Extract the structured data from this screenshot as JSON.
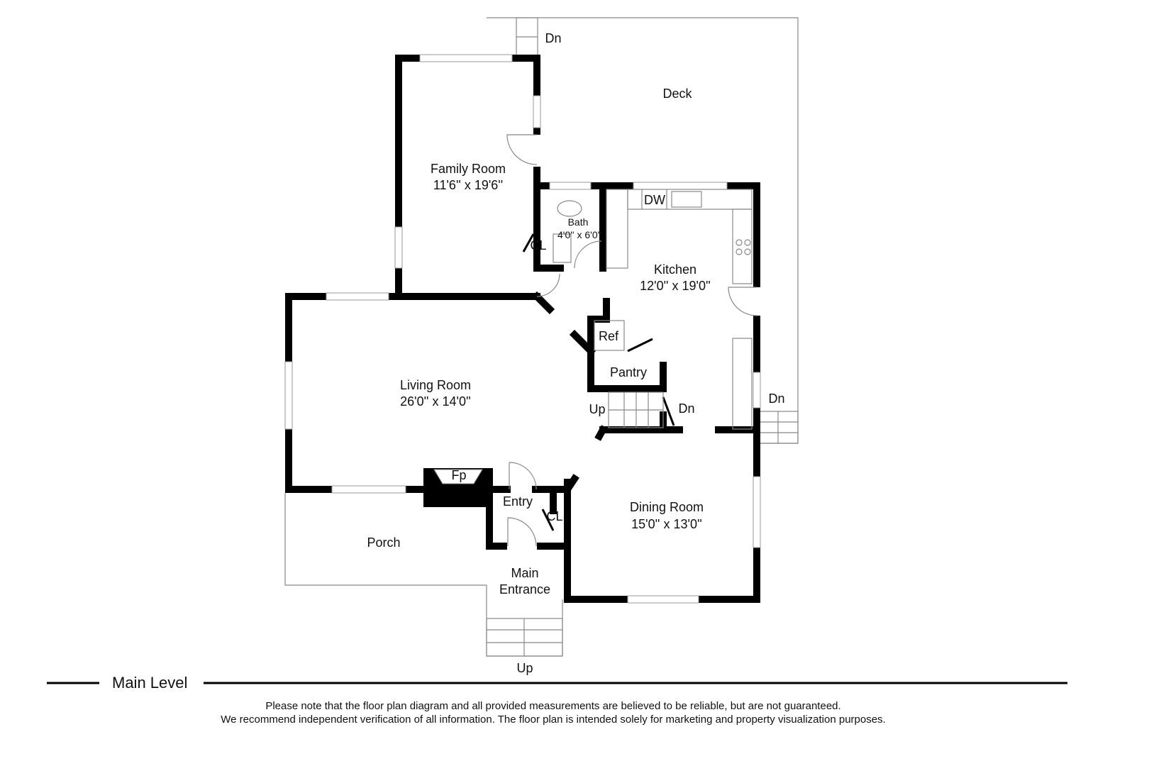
{
  "plan": {
    "rooms": {
      "deck": "Deck",
      "deck_stairs_top": "Dn",
      "deck_stairs_right": "Dn",
      "family_room": {
        "name": "Family Room",
        "size": "11'6'' x 19'6''"
      },
      "bath": {
        "name": "Bath",
        "size": "4'0'' x 6'0''"
      },
      "closet_bath": "CL",
      "dishwasher": "DW",
      "kitchen": {
        "name": "Kitchen",
        "size": "12'0'' x 19'0''"
      },
      "refrigerator": "Ref",
      "pantry": "Pantry",
      "stairs_up": "Up",
      "stairs_down": "Dn",
      "living_room": {
        "name": "Living Room",
        "size": "26'0'' x 14'0''"
      },
      "fireplace": "Fp",
      "entry": "Entry",
      "closet_entry": "CL",
      "dining_room": {
        "name": "Dining Room",
        "size": "15'0'' x 13'0''"
      },
      "porch": "Porch",
      "main_entrance": [
        "Main",
        "Entrance"
      ],
      "front_stairs": "Up"
    }
  },
  "footer": {
    "level": "Main Level",
    "disclaimer_1": "Please note that the floor plan diagram and all provided measurements are believed to be reliable, but are not guaranteed.",
    "disclaimer_2": "We recommend independent verification of all information. The floor plan is intended solely for marketing and property visualization purposes."
  }
}
